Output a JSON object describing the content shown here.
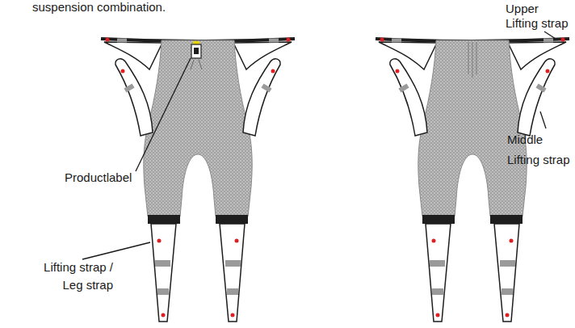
{
  "diagram": {
    "labels": [
      "suspension combination.",
      "Productlabel",
      "Upper Lifting strap",
      "Middle Lifting strap",
      "Lifting strap / Leg strap"
    ]
  }
}
